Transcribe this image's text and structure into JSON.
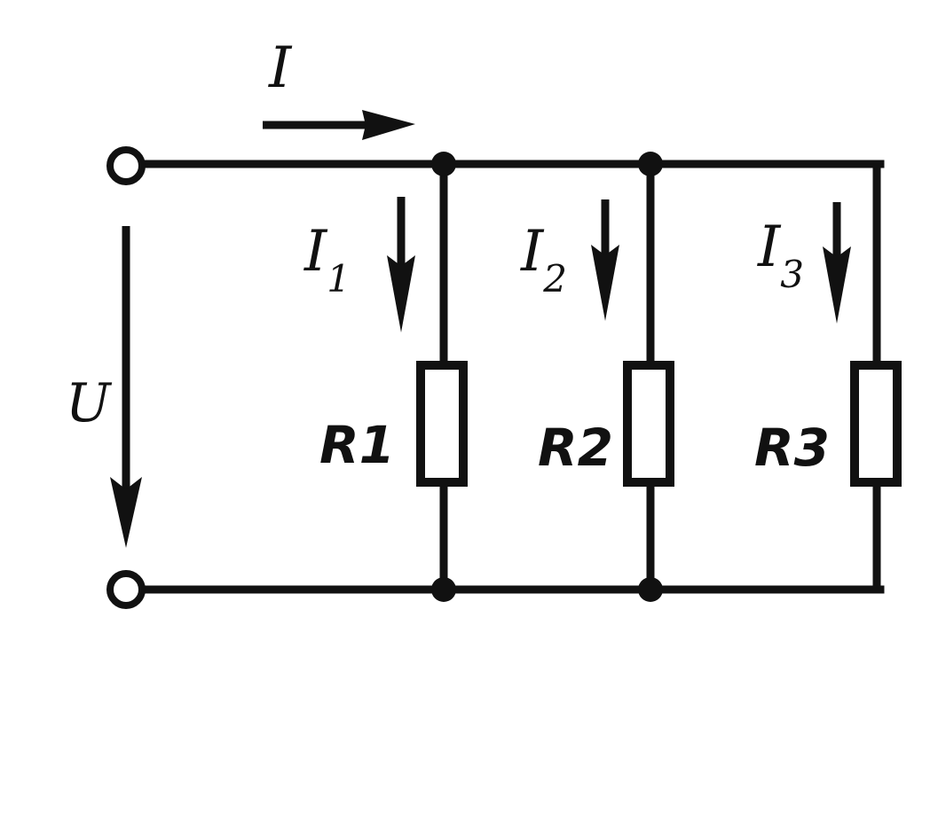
{
  "diagram": {
    "total_current": {
      "symbol": "I"
    },
    "voltage": {
      "symbol": "U"
    },
    "branches": [
      {
        "current_symbol": "I",
        "current_subscript": "1",
        "resistor_label": "R1"
      },
      {
        "current_symbol": "I",
        "current_subscript": "2",
        "resistor_label": "R2"
      },
      {
        "current_symbol": "I",
        "current_subscript": "3",
        "resistor_label": "R3"
      }
    ]
  }
}
